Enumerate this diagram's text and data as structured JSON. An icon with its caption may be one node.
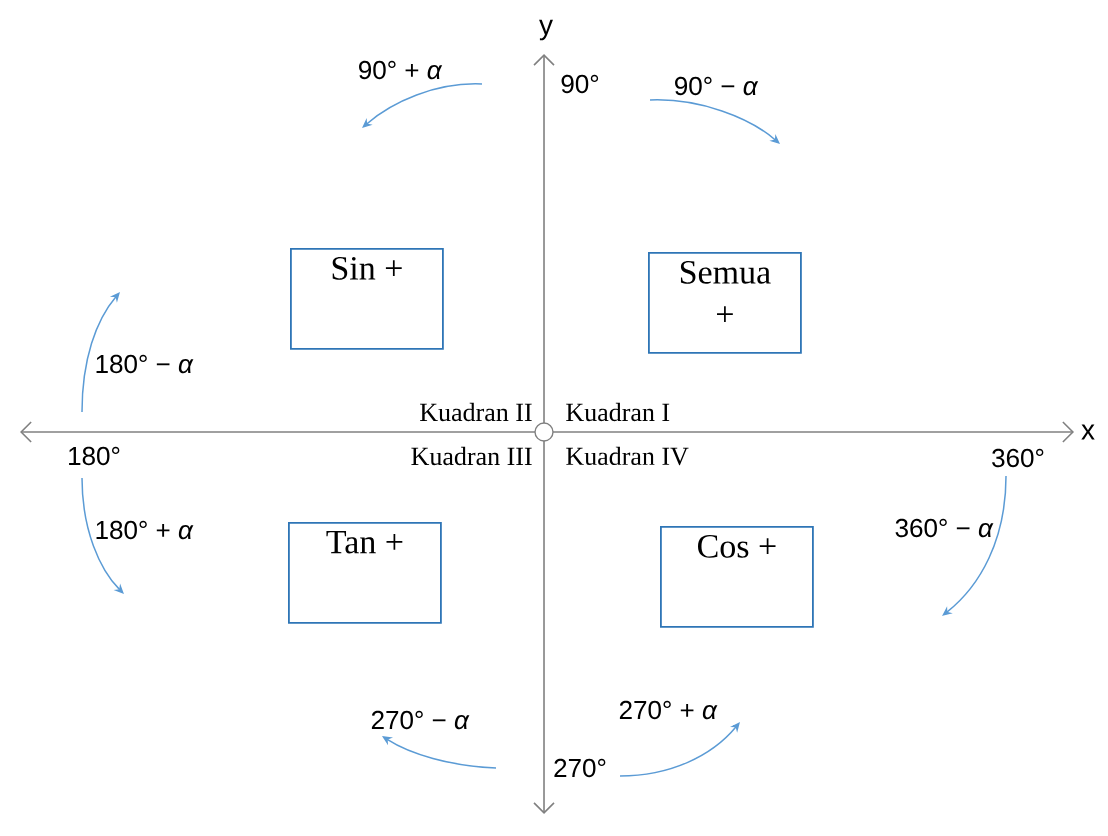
{
  "diagram": {
    "nodes": [
      {
        "text": [
          "Sin +"
        ]
      },
      {
        "text": [
          "Semua +"
        ]
      },
      {
        "text": [
          "Tan +"
        ]
      },
      {
        "text": [
          "Cos +"
        ]
      }
    ],
    "labels": [
      "y",
      "90° + *α*",
      "90°",
      "90° − *α*",
      "180° − *α*",
      "Kuadran II",
      "Kuadran I",
      "x",
      "180°",
      "Kuadran III",
      "Kuadran IV",
      "360°",
      "180° + *α*",
      "360° − *α*",
      "270° + *α*",
      "270° − *α*",
      "270°"
    ]
  }
}
